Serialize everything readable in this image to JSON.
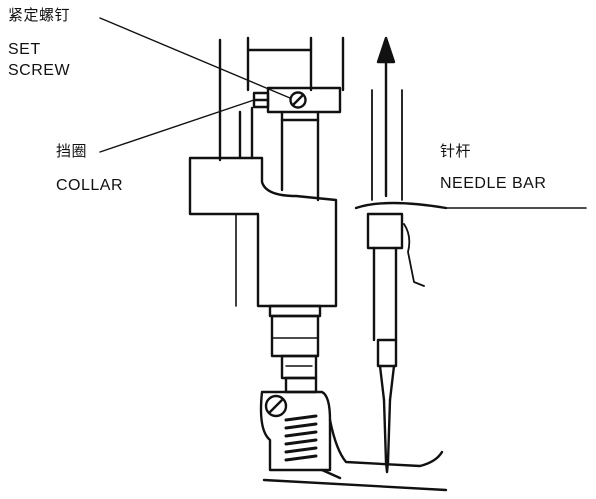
{
  "labels": {
    "set_screw_cn": "紧定螺钉",
    "set_screw_en_1": "SET",
    "set_screw_en_2": "SCREW",
    "collar_cn": "挡圈",
    "collar_en": "COLLAR",
    "needle_bar_cn": "针杆",
    "needle_bar_en": "NEEDLE BAR"
  },
  "colors": {
    "ink": "#111111",
    "paper": "#ffffff"
  }
}
